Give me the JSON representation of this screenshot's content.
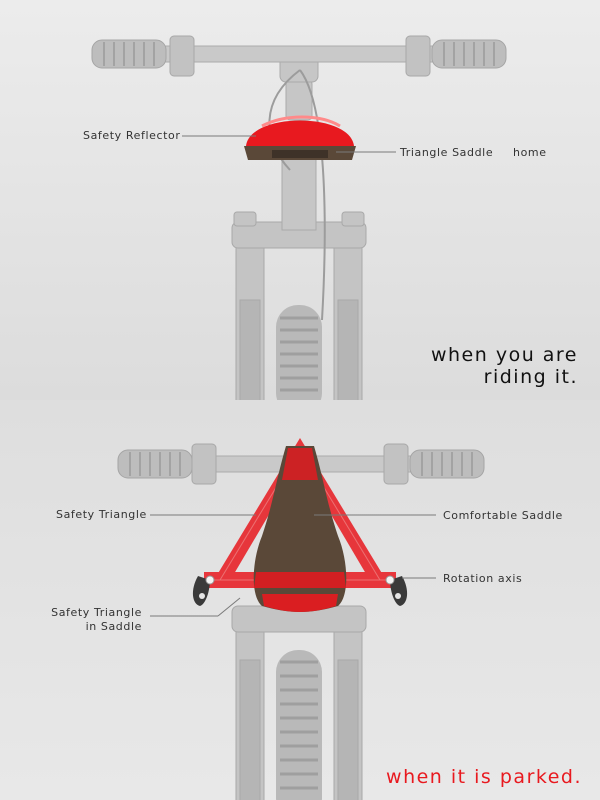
{
  "top_panel": {
    "labels": {
      "safety_reflector": "Safety Reflector",
      "triangle_saddle": "Triangle Saddle",
      "home": "home"
    },
    "caption": {
      "line1": "when you are",
      "line2": "riding it."
    }
  },
  "bottom_panel": {
    "labels": {
      "safety_triangle": "Safety Triangle",
      "comfortable_saddle": "Comfortable Saddle",
      "rotation_axis": "Rotation axis",
      "safety_triangle_in_saddle_line1": "Safety Triangle",
      "safety_triangle_in_saddle_line2": "in Saddle"
    },
    "caption": "when it is parked."
  },
  "colors": {
    "reflector_red": "#e8191f",
    "bike_grey": "#bdbdbd",
    "saddle_brown": "#5a4838",
    "background": "#e6e6e6"
  }
}
